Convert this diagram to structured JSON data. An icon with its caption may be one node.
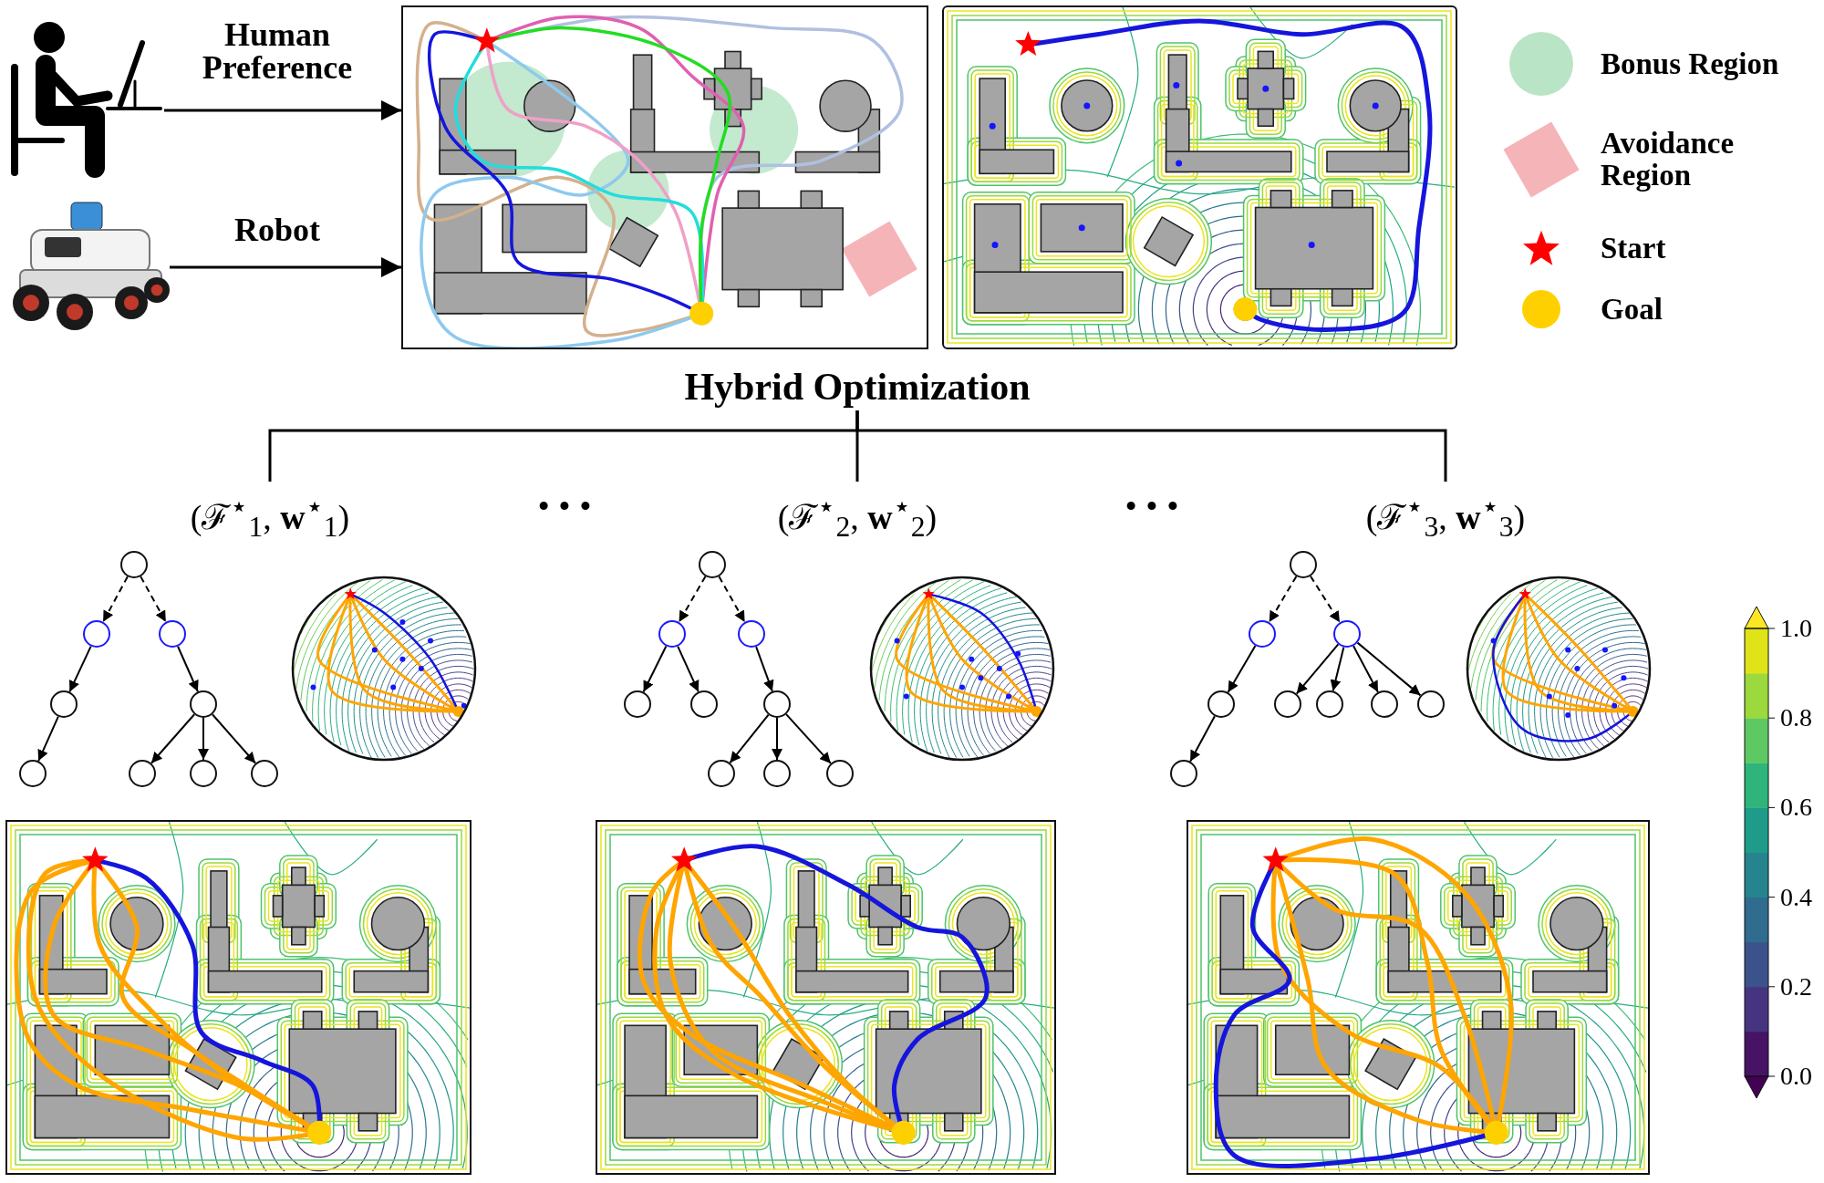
{
  "diagram": {
    "nodes": [
      {
        "text": [],
        "shape": "picture"
      },
      {
        "text": [],
        "shape": "picture"
      },
      {
        "text": [],
        "shape": "picture"
      },
      {
        "text": [],
        "shape": "picture"
      },
      {
        "text": [
          "Hybrid Optimization"
        ]
      },
      {
        "text": [
          "(ℱ$^{⋆}$$_{1}$, **w**$^{⋆}$$_{1}$)"
        ]
      },
      {
        "text": [
          "(ℱ$^{⋆}$$_{2}$, **w**$^{⋆}$$_{2}$)"
        ]
      },
      {
        "text": [
          "(ℱ$^{⋆}$$_{3}$, **w**$^{⋆}$$_{3}$)"
        ]
      },
      {
        "text": [],
        "shape": "circle"
      },
      {
        "text": [],
        "shape": "circle"
      },
      {
        "text": [],
        "shape": "circle"
      },
      {
        "text": [],
        "shape": "circle"
      },
      {
        "text": [],
        "shape": "circle"
      },
      {
        "text": [],
        "shape": "circle"
      },
      {
        "text": [],
        "shape": "circle"
      },
      {
        "text": [],
        "shape": "circle"
      },
      {
        "text": [],
        "shape": "circle"
      },
      {
        "text": [],
        "shape": "circle"
      },
      {
        "text": [],
        "shape": "circle"
      },
      {
        "text": [],
        "shape": "circle"
      },
      {
        "text": [],
        "shape": "circle"
      },
      {
        "text": [],
        "shape": "circle"
      },
      {
        "text": [],
        "shape": "circle"
      },
      {
        "text": [],
        "shape": "circle"
      },
      {
        "text": [],
        "shape": "circle"
      },
      {
        "text": [],
        "shape": "circle"
      },
      {
        "text": [],
        "shape": "circle"
      },
      {
        "text": [],
        "shape": "circle"
      },
      {
        "text": [],
        "shape": "circle"
      },
      {
        "text": [],
        "shape": "circle"
      },
      {
        "text": [],
        "shape": "circle"
      },
      {
        "text": [],
        "shape": "circle"
      },
      {
        "text": [],
        "shape": "circle"
      },
      {
        "text": [],
        "shape": "circle"
      },
      {
        "text": [],
        "shape": "circle"
      },
      {
        "text": [],
        "shape": "picture"
      },
      {
        "text": [],
        "shape": "picture"
      },
      {
        "text": [],
        "shape": "picture"
      },
      {
        "text": [],
        "shape": "picture"
      },
      {
        "text": [],
        "shape": "picture"
      },
      {
        "text": [],
        "shape": "picture"
      }
    ],
    "edges": [
      {
        "from": 0,
        "to": 2,
        "arrow": "to",
        "label": "Human Preference"
      },
      {
        "from": 1,
        "to": 2,
        "arrow": "to",
        "label": "Robot"
      },
      {
        "from": 4,
        "to": 5,
        "arrow": "none"
      },
      {
        "from": 4,
        "to": 6,
        "arrow": "none"
      },
      {
        "from": 4,
        "to": 7,
        "arrow": "none"
      },
      {
        "from": 8,
        "to": 9,
        "arrow": "to",
        "style": "dashed"
      },
      {
        "from": 8,
        "to": 10,
        "arrow": "to",
        "style": "dashed"
      },
      {
        "from": 9,
        "to": 11,
        "arrow": "to"
      },
      {
        "from": 10,
        "to": 12,
        "arrow": "to"
      },
      {
        "from": 11,
        "to": 13,
        "arrow": "to"
      },
      {
        "from": 12,
        "to": 14,
        "arrow": "to"
      },
      {
        "from": 12,
        "to": 15,
        "arrow": "to"
      },
      {
        "from": 12,
        "to": 16,
        "arrow": "to"
      },
      {
        "from": 17,
        "to": 18,
        "arrow": "to",
        "style": "dashed"
      },
      {
        "from": 17,
        "to": 19,
        "arrow": "to",
        "style": "dashed"
      },
      {
        "from": 18,
        "to": 20,
        "arrow": "to"
      },
      {
        "from": 18,
        "to": 21,
        "arrow": "to"
      },
      {
        "from": 19,
        "to": 22,
        "arrow": "to"
      },
      {
        "from": 22,
        "to": 23,
        "arrow": "to"
      },
      {
        "from": 22,
        "to": 24,
        "arrow": "to"
      },
      {
        "from": 22,
        "to": 25,
        "arrow": "to"
      },
      {
        "from": 26,
        "to": 27,
        "arrow": "to",
        "style": "dashed"
      },
      {
        "from": 26,
        "to": 28,
        "arrow": "to",
        "style": "dashed"
      },
      {
        "from": 27,
        "to": 29,
        "arrow": "to"
      },
      {
        "from": 28,
        "to": 30,
        "arrow": "to"
      },
      {
        "from": 28,
        "to": 31,
        "arrow": "to"
      },
      {
        "from": 28,
        "to": 32,
        "arrow": "to"
      },
      {
        "from": 28,
        "to": 33,
        "arrow": "to"
      },
      {
        "from": 29,
        "to": 34,
        "arrow": "to"
      }
    ],
    "labels": [
      "• • •",
      "• • •",
      "1.0",
      "0.8",
      "0.6",
      "0.4",
      "0.2",
      "0.0"
    ],
    "legend": [
      {
        "text": "Bonus Region",
        "color": "#b9e5c6"
      },
      {
        "text": "Avoidance Region",
        "color": "#f5b5b8"
      },
      {
        "text": "Start",
        "color": "#ff0000"
      },
      {
        "text": "Goal",
        "color": "#ffd000"
      }
    ]
  }
}
